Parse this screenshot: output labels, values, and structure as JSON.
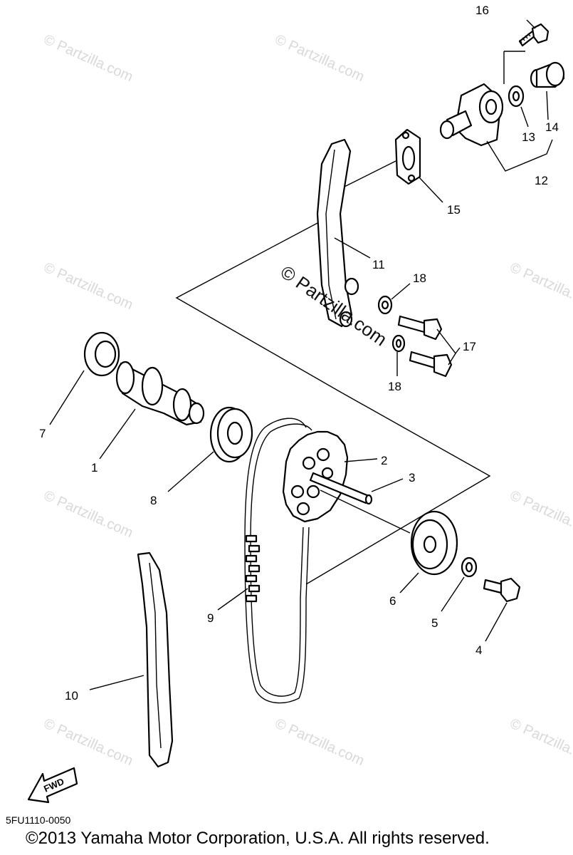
{
  "diagram": {
    "diagram_code": "5FU1110-0050",
    "copyright": "©2013  Yamaha Motor Corporation, U.S.A. All rights reserved.",
    "fwd_label": "FWD",
    "center_watermark": "© Partzilla.com",
    "watermark": "© Partzilla.com",
    "callouts": {
      "c1": "1",
      "c2": "2",
      "c3": "3",
      "c4": "4",
      "c5": "5",
      "c6": "6",
      "c7": "7",
      "c8": "8",
      "c9": "9",
      "c10": "10",
      "c11": "11",
      "c12": "12",
      "c13": "13",
      "c14": "14",
      "c15": "15",
      "c16": "16",
      "c17": "17",
      "c18a": "18",
      "c18b": "18"
    }
  }
}
